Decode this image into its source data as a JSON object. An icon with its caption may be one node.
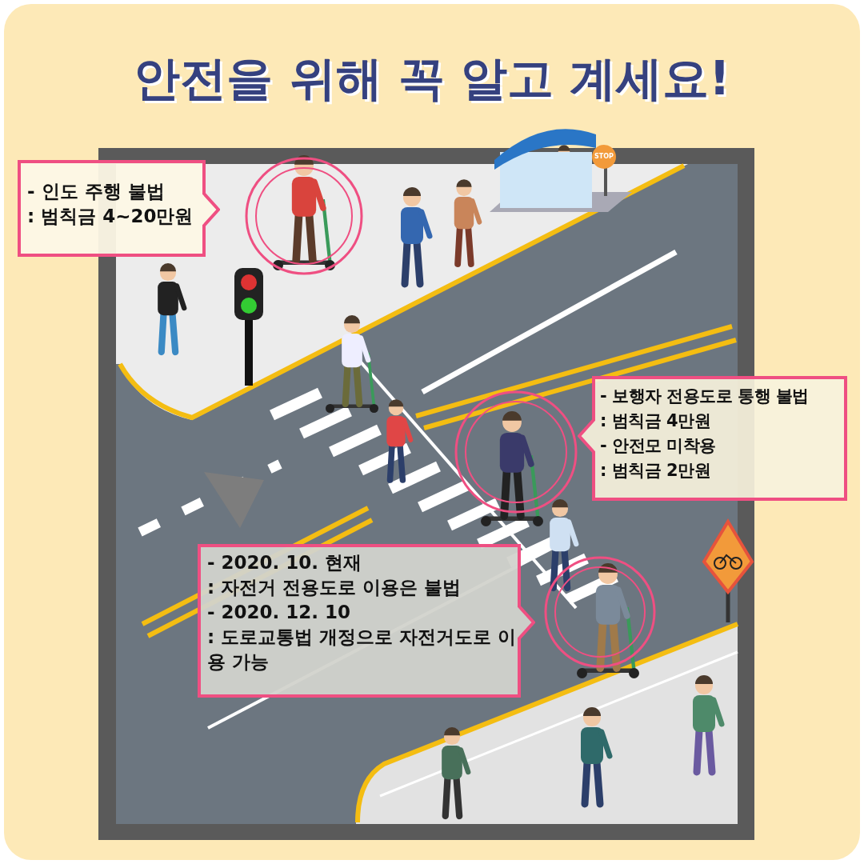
{
  "diagram": {
    "title": "안전을 위해 꼭 알고 계세요!",
    "nodes": [
      {
        "text": [
          "- 인도 주행 불법",
          ": 범칙금 4~20만원"
        ]
      },
      {
        "text": [
          "- 보행자 전용도로 통행 불법",
          ": 범칙금 4만원",
          "- 안전모 미착용",
          ": 범칙금 2만원"
        ]
      },
      {
        "text": [
          "- 2020. 10. 현재",
          ": 자전거 전용도로 이용은 불법",
          "- 2020.  12. 10",
          ": 도로교통법 개정으로 자전거도로 이용 가능"
        ]
      }
    ],
    "labels": [
      "STOP"
    ]
  }
}
